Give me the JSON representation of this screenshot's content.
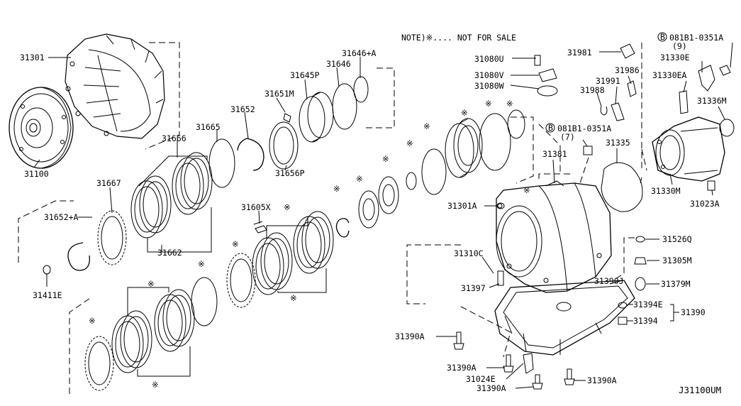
{
  "note": "NOTE)※.... NOT FOR SALE",
  "drawing_id": "J31100UM",
  "callouts": [
    {
      "id": "31301",
      "star": false
    },
    {
      "id": "31100",
      "star": false
    },
    {
      "id": "31666",
      "star": false
    },
    {
      "id": "31665",
      "star": false
    },
    {
      "id": "31652",
      "star": false
    },
    {
      "id": "31651M",
      "star": false
    },
    {
      "id": "31645P",
      "star": false
    },
    {
      "id": "31646",
      "star": false
    },
    {
      "id": "31646+A",
      "star": false
    },
    {
      "id": "31656P",
      "star": false
    },
    {
      "id": "31667",
      "star": false
    },
    {
      "id": "31652+A",
      "star": false
    },
    {
      "id": "31662",
      "star": false
    },
    {
      "id": "31411E",
      "star": false
    },
    {
      "id": "31605X",
      "star": false
    },
    {
      "id": "31080U",
      "star": false
    },
    {
      "id": "31080V",
      "star": false
    },
    {
      "id": "31080W",
      "star": false
    },
    {
      "id": "31981",
      "star": false
    },
    {
      "id": "081B1-0351A",
      "qty": "(9)",
      "star": false
    },
    {
      "id": "31330E",
      "star": false
    },
    {
      "id": "31986",
      "star": false
    },
    {
      "id": "31991",
      "star": false
    },
    {
      "id": "31330EA",
      "star": false
    },
    {
      "id": "31988",
      "star": false
    },
    {
      "id": "31336M",
      "star": false
    },
    {
      "id": "081B1-0351A",
      "qty": "(7)",
      "star": false
    },
    {
      "id": "31335",
      "star": false
    },
    {
      "id": "31381",
      "star": false
    },
    {
      "id": "31330M",
      "star": false
    },
    {
      "id": "31023A",
      "star": false
    },
    {
      "id": "31301A",
      "star": false
    },
    {
      "id": "31526Q",
      "star": false
    },
    {
      "id": "31305M",
      "star": false
    },
    {
      "id": "31310C",
      "star": false
    },
    {
      "id": "31390J",
      "star": false
    },
    {
      "id": "31379M",
      "star": false
    },
    {
      "id": "31397",
      "star": false
    },
    {
      "id": "31394E",
      "star": false
    },
    {
      "id": "31390",
      "star": false
    },
    {
      "id": "31394",
      "star": false
    },
    {
      "id": "31390A",
      "star": false
    },
    {
      "id": "31024E",
      "star": false
    }
  ]
}
